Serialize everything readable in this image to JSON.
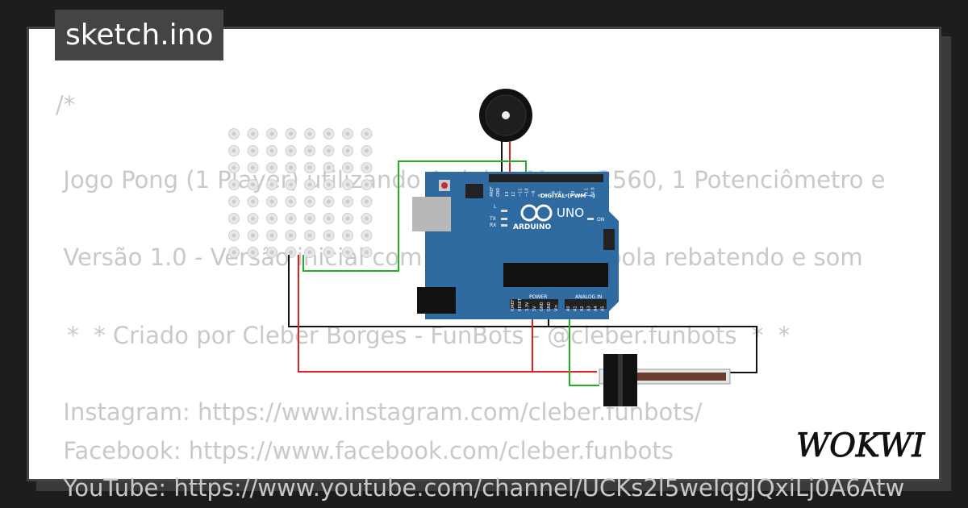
{
  "window": {
    "title": "sketch.ino"
  },
  "code_lines": [
    "/*",
    "  Jogo Pong (1 Player) utilizando Arduino Mega 2560, 1 Potenciômetro e",
    "  Versão 1.0 - Versão inicial com movimento de bola rebatendo e som",
    " *  * Criado por Cleber Borges - FunBots - @cleber.funbots  *  *",
    "  Instagram: https://www.instagram.com/cleber.funbots/",
    "  Facebook: https://www.facebook.com/cleber.funbots",
    "  YouTube: https://www.youtube.com/channel/UCKs2l5weIqgJQxiLj0A6Atw"
  ],
  "arduino": {
    "brand": "ARDUINO",
    "model": "UNO",
    "digital_label": "DIGITAL (PWM ~)",
    "power_label": "POWER",
    "analog_label": "ANALOG IN",
    "label_aref": "AREF",
    "label_gnd": "GND",
    "label_l": "L",
    "label_tx": "TX",
    "label_rx": "RX",
    "label_on": "ON",
    "power_pins": [
      "IOREF",
      "RESET",
      "3.3V",
      "5V",
      "GND",
      "GND",
      "Vin"
    ],
    "analog_pins": [
      "A0",
      "A1",
      "A2",
      "A3",
      "A4",
      "A5"
    ],
    "digital_pins": [
      "13",
      "12",
      "~11",
      "~10",
      "~9",
      "8",
      "7",
      "~6",
      "~5",
      "4",
      "~3",
      "2",
      "TX 1",
      "RX 0"
    ]
  },
  "components": {
    "led_matrix_rows": 8,
    "led_matrix_cols": 8
  },
  "brand": {
    "logo_text": "WOKWI"
  },
  "colors": {
    "board": "#2f6aa0",
    "wire_red": "#e02020",
    "wire_green": "#20b020",
    "wire_black": "#111111"
  }
}
